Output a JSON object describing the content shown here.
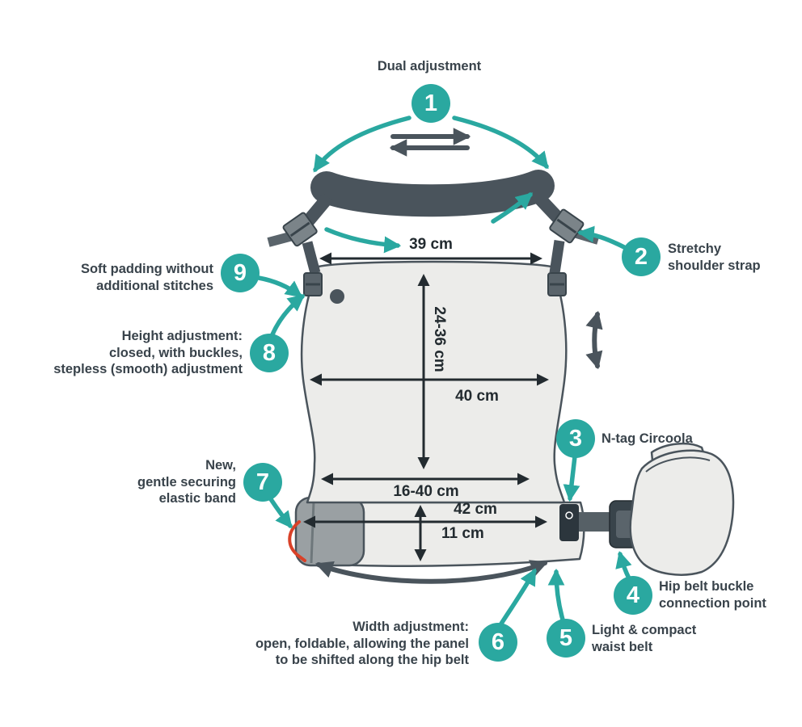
{
  "diagram": {
    "colors": {
      "accent_teal": "#2aa8a0",
      "dark_gray": "#4a545c",
      "ink": "#232b30",
      "panel_gray": "#ececea",
      "pad_gray": "#9aa0a3",
      "elastic_red": "#d94128"
    },
    "callouts": [
      {
        "num": "1",
        "label": "Dual adjustment"
      },
      {
        "num": "2",
        "label": "Stretchy\nshoulder strap"
      },
      {
        "num": "3",
        "label": "N-tag Circoola"
      },
      {
        "num": "4",
        "label": "Hip belt buckle\nconnection point"
      },
      {
        "num": "5",
        "label": "Light & compact\nwaist belt"
      },
      {
        "num": "6",
        "label": "Width adjustment:\nopen, foldable, allowing the panel\nto be shifted along the hip belt"
      },
      {
        "num": "7",
        "label": "New,\ngentle securing\nelastic band"
      },
      {
        "num": "8",
        "label": "Height adjustment:\nclosed, with buckles,\nstepless (smooth) adjustment"
      },
      {
        "num": "9",
        "label": "Soft padding without\nadditional stitches"
      }
    ],
    "measurements": {
      "panel_top_width": "39 cm",
      "panel_height_range": "24-36 cm",
      "panel_mid_width": "40 cm",
      "panel_lower_width_range": "16-40 cm",
      "belt_section_width": "42 cm",
      "belt_height": "11 cm"
    }
  }
}
